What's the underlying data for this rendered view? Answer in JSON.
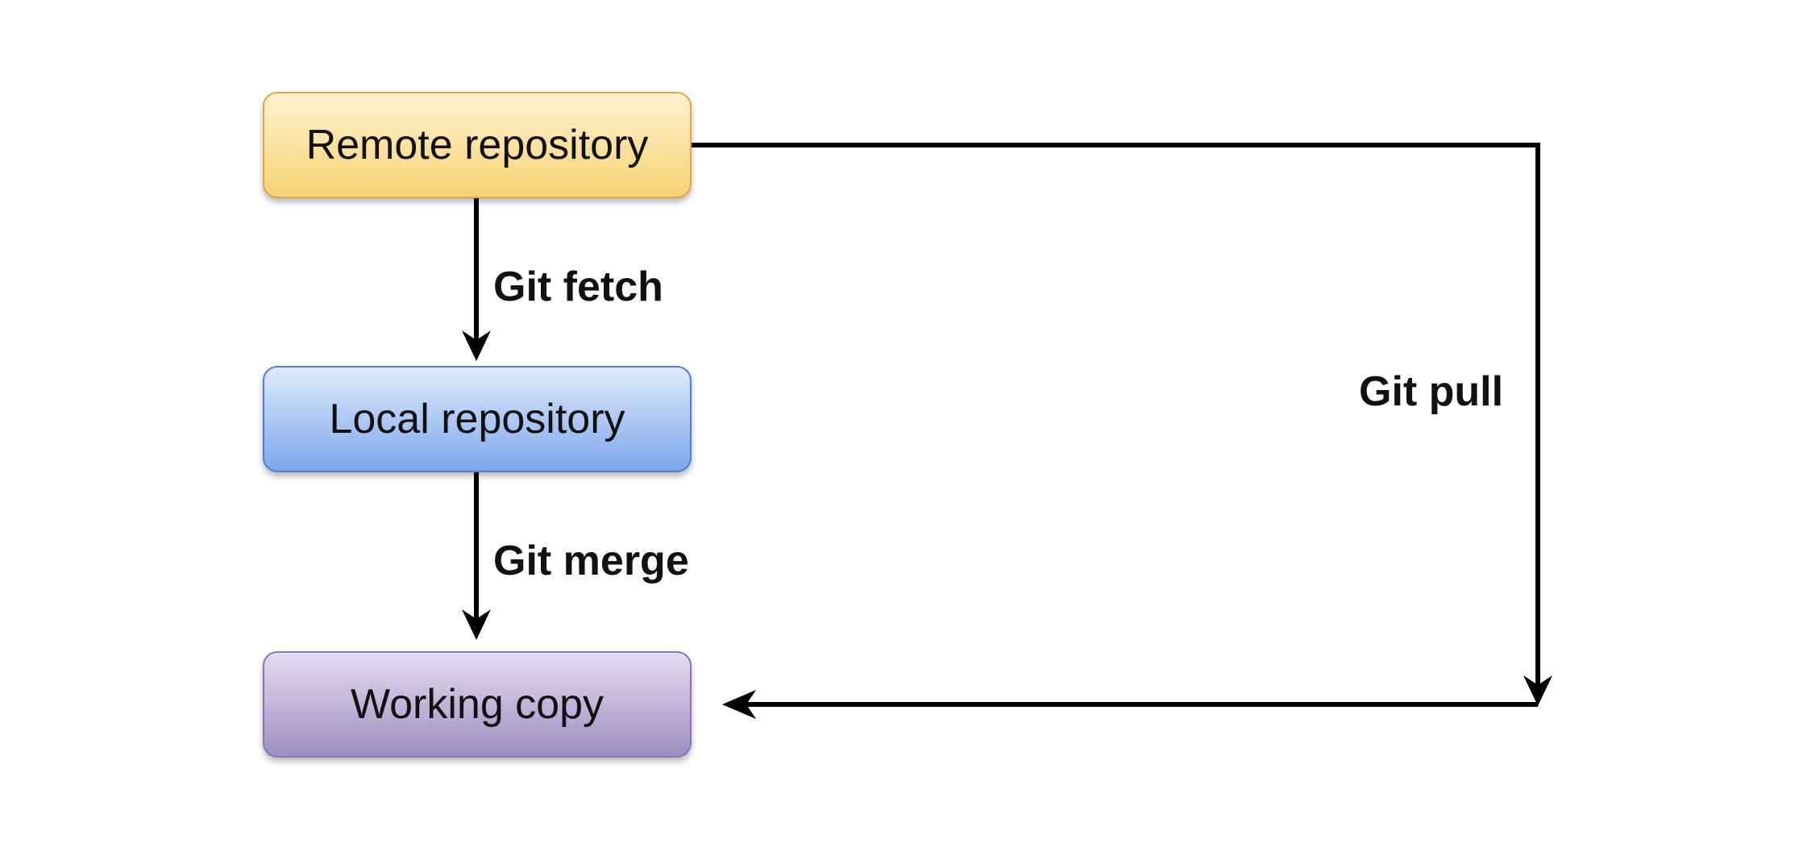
{
  "nodes": {
    "remote": {
      "label": "Remote repository",
      "color": "#f6d374"
    },
    "local": {
      "label": "Local repository",
      "color": "#7ea6ec"
    },
    "working": {
      "label": "Working copy",
      "color": "#9d8ec3"
    }
  },
  "edges": {
    "fetch": {
      "from": "remote",
      "to": "local",
      "label": "Git fetch"
    },
    "merge": {
      "from": "local",
      "to": "working",
      "label": "Git merge"
    },
    "pull": {
      "from": "remote",
      "to": "working",
      "label": "Git pull"
    }
  },
  "colors": {
    "line": "#000000",
    "text": "#111111",
    "background": "#ffffff"
  }
}
